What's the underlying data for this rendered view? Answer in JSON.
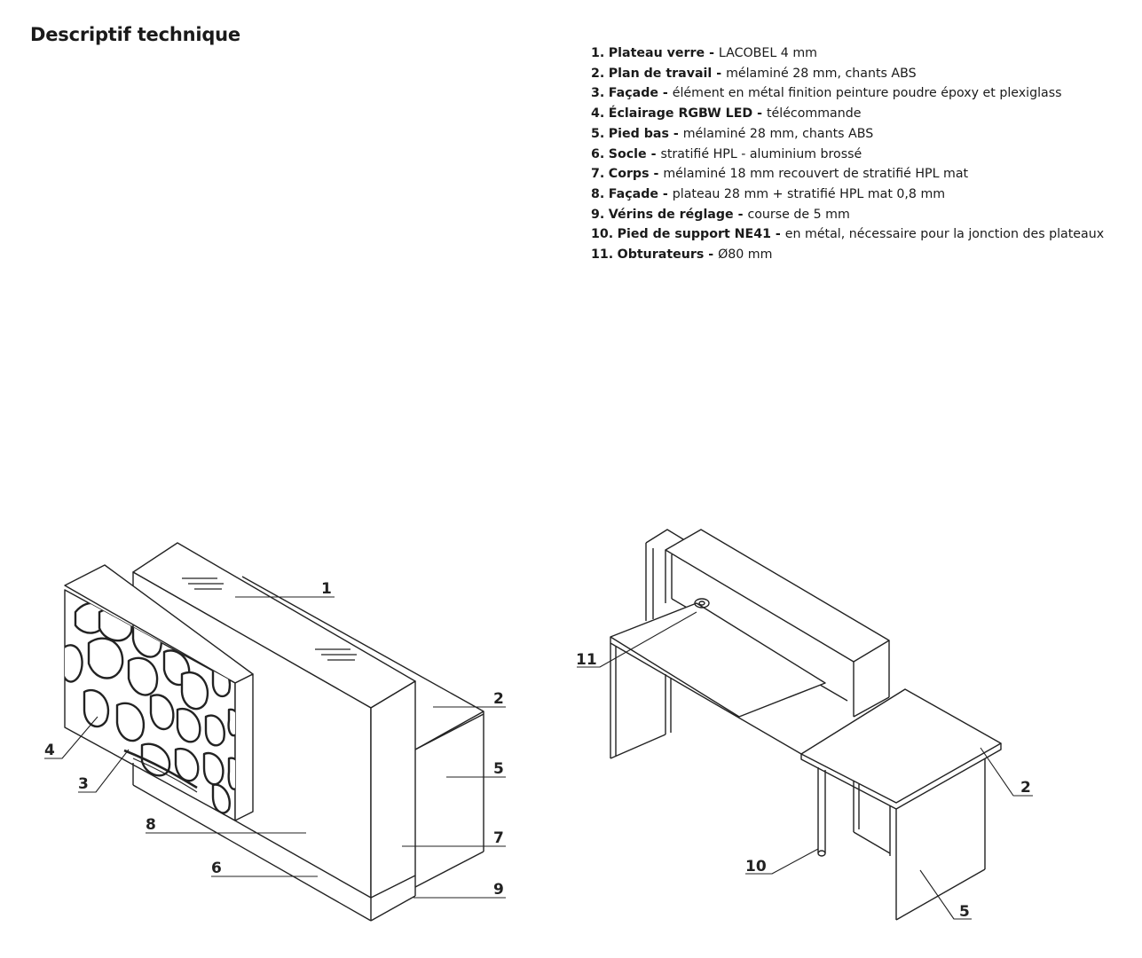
{
  "header": {
    "title": "Descriptif technique"
  },
  "specs": [
    {
      "num": "1.",
      "label": "Plateau verre",
      "value": "LACOBEL 4 mm"
    },
    {
      "num": "2.",
      "label": "Plan de travail",
      "value": "mélaminé 28 mm, chants ABS"
    },
    {
      "num": "3.",
      "label": "Façade",
      "value": "élément en métal finition peinture poudre époxy et plexiglass"
    },
    {
      "num": "4.",
      "label": "Éclairage RGBW LED",
      "value": "télécommande"
    },
    {
      "num": "5.",
      "label": "Pied bas",
      "value": "mélaminé 28 mm, chants ABS"
    },
    {
      "num": "6.",
      "label": "Socle",
      "value": "stratifié HPL - aluminium brossé"
    },
    {
      "num": "7.",
      "label": "Corps",
      "value": "mélaminé 18 mm recouvert de stratifié HPL mat"
    },
    {
      "num": "8.",
      "label": "Façade",
      "value": "plateau 28 mm + stratifié HPL mat 0,8 mm"
    },
    {
      "num": "9.",
      "label": "Vérins de réglage",
      "value": "course de 5 mm"
    },
    {
      "num": "10.",
      "label": "Pied de support NE41",
      "value": "en métal, nécessaire pour la jonction des plateaux"
    },
    {
      "num": "11.",
      "label": "Obturateurs",
      "value": "Ø80 mm"
    }
  ],
  "separator": " - ",
  "diagram_front": {
    "callouts": {
      "c1": "1",
      "c2": "2",
      "c3": "3",
      "c4": "4",
      "c5": "5",
      "c6": "6",
      "c7": "7",
      "c8": "8",
      "c9": "9"
    }
  },
  "diagram_back": {
    "callouts": {
      "c2": "2",
      "c5": "5",
      "c10": "10",
      "c11": "11"
    }
  },
  "colors": {
    "line": "#222222",
    "text": "#1a1a1a",
    "background": "#ffffff"
  }
}
